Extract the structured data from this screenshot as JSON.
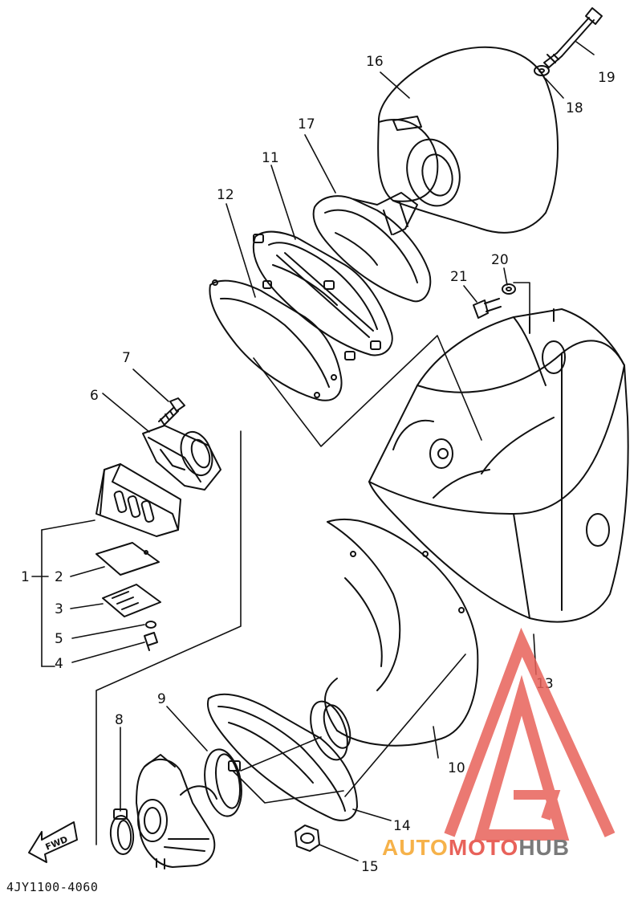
{
  "diagram_code": "4JY1100-4060",
  "fwd_label": "FWD",
  "watermark": {
    "part_a": "AUTO",
    "part_b": "MOTO",
    "part_c": "HUB"
  },
  "callouts": {
    "n1": "1",
    "n2": "2",
    "n3": "3",
    "n4": "4",
    "n5": "5",
    "n6": "6",
    "n7": "7",
    "n8": "8",
    "n9": "9",
    "n10": "10",
    "n11": "11",
    "n12": "12",
    "n13": "13",
    "n14": "14",
    "n15": "15",
    "n16": "16",
    "n17": "17",
    "n18": "18",
    "n19": "19",
    "n20": "20",
    "n21": "21"
  },
  "colors": {
    "line": "#111111",
    "watermark_red": "#e8625a",
    "watermark_orange": "#f6b24a",
    "watermark_gray": "#7a7a7a"
  }
}
